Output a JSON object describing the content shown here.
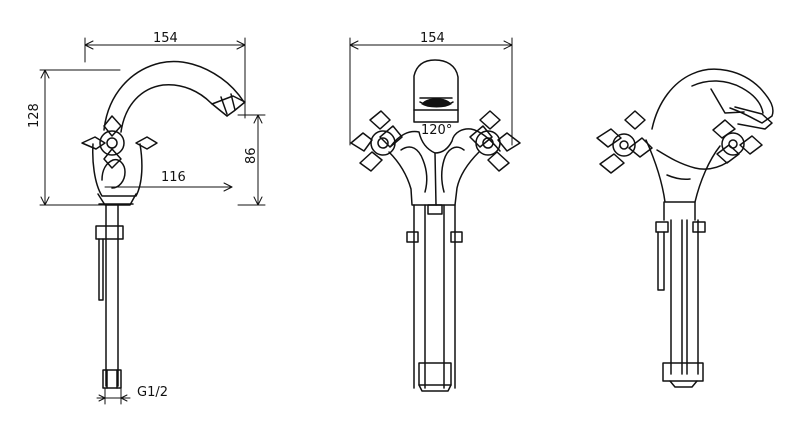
{
  "dimensions": {
    "left_width": "154",
    "left_height": "128",
    "left_spout_height": "86",
    "left_reach": "116",
    "left_thread": "G1/2",
    "front_width": "154",
    "front_angle": "120°"
  }
}
